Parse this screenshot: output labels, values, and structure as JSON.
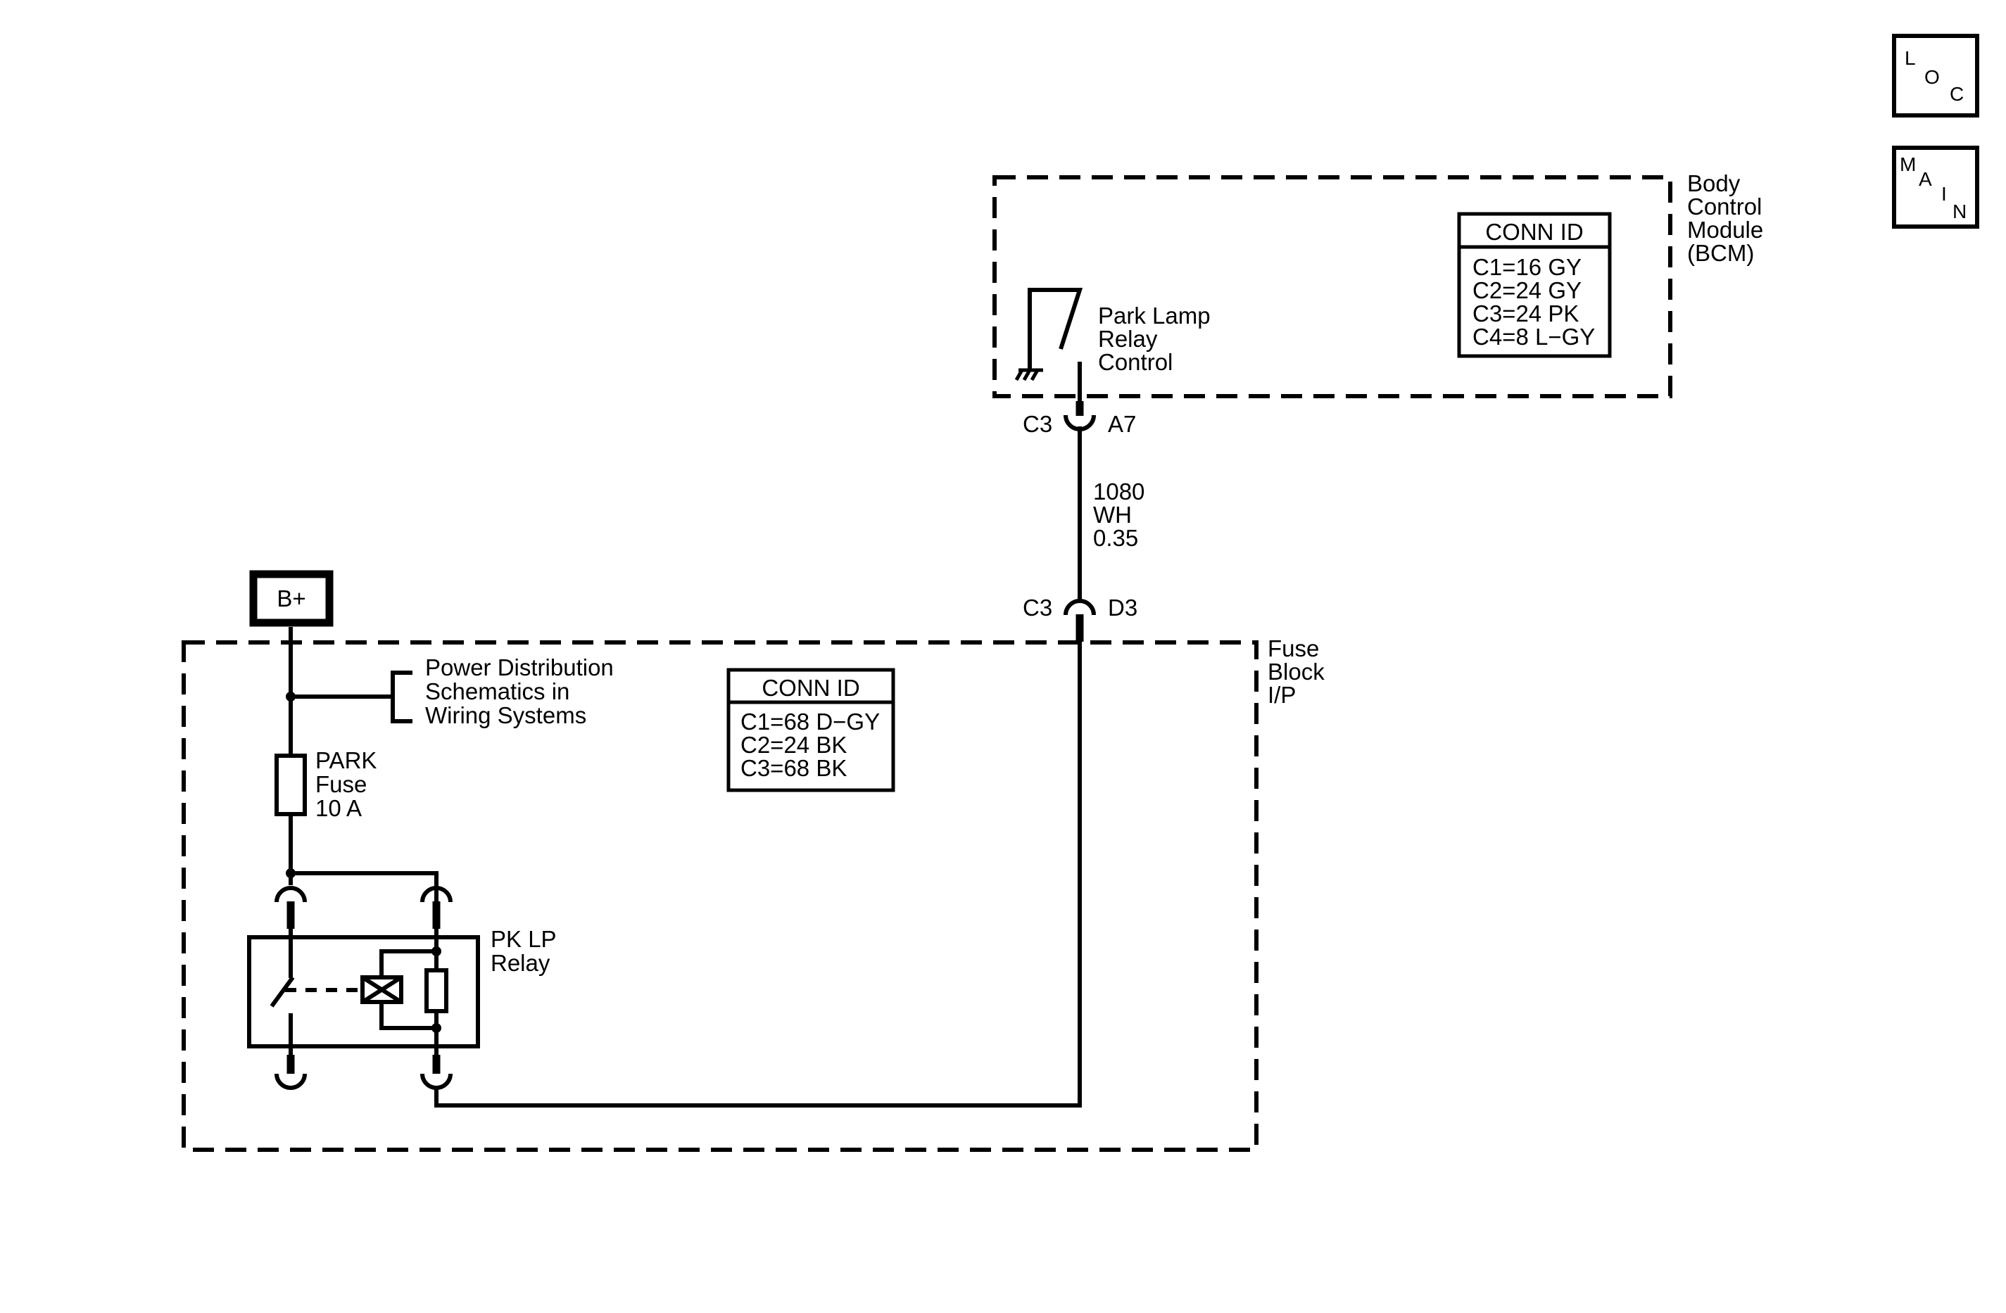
{
  "nav": {
    "loc": {
      "l1": "L",
      "l2": "O",
      "l3": "C"
    },
    "main": {
      "l1": "M",
      "l2": "A",
      "l3": "I",
      "l4": "N"
    }
  },
  "bcm": {
    "name": [
      "Body",
      "Control",
      "Module",
      "(BCM)"
    ],
    "conn_title": "CONN ID",
    "conn_rows": [
      "C1=16 GY",
      "C2=24 GY",
      "C3=24 PK",
      "C4=8 L−GY"
    ],
    "switch_label": [
      "Park Lamp",
      "Relay",
      "Control"
    ]
  },
  "connectors": {
    "top": {
      "id": "C3",
      "pin": "A7"
    },
    "bottom": {
      "id": "C3",
      "pin": "D3"
    }
  },
  "wire": {
    "circuit": "1080",
    "color": "WH",
    "gauge": "0.35"
  },
  "supply": {
    "label": "B+"
  },
  "power_ref": [
    "Power Distribution",
    "Schematics in",
    "Wiring Systems"
  ],
  "fuse": {
    "lines": [
      "PARK",
      "Fuse",
      "10 A"
    ]
  },
  "fuse_block": {
    "name": [
      "Fuse",
      "Block",
      "I/P"
    ],
    "conn_title": "CONN ID",
    "conn_rows": [
      "C1=68 D−GY",
      "C2=24 BK",
      "C3=68 BK"
    ]
  },
  "relay": {
    "lines": [
      "PK LP",
      "Relay"
    ]
  }
}
